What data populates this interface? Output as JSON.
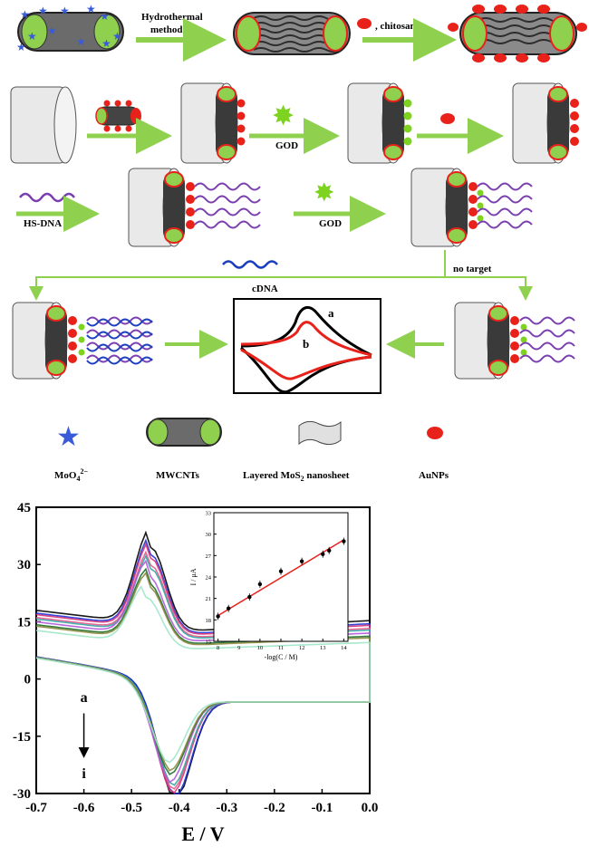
{
  "colors": {
    "mwcnt_body": "#6b6b6b",
    "mwcnt_end": "#8fd14f",
    "mos2_layer": "#2d2d2d",
    "aunp": "#e8221a",
    "god": "#7ed321",
    "dna": "#7a3fb0",
    "cdna": "#1c3fbf",
    "electrode": "#e9e9e9",
    "arrow": "#8fd14f",
    "molybdate": "#3a5bd9"
  },
  "scheme": {
    "steps": {
      "hydrothermal_line1": "Hydrothermal",
      "hydrothermal_line2": "method",
      "chitosan": ", chitosan",
      "god_1": "GOD",
      "hs_dna": "HS-DNA",
      "god_2": "GOD",
      "cdna": "cDNA",
      "no_target": "no target"
    },
    "cv_inset": {
      "label_a": "a",
      "label_b": "b"
    },
    "legend": {
      "molybdate": "MoO",
      "molybdate_sub": "4",
      "molybdate_sup": "2−",
      "mwcnts": "MWCNTs",
      "mos2_pre": "Layered MoS",
      "mos2_sub": "2",
      "mos2_post": " nanosheet",
      "aunps": "AuNPs"
    }
  },
  "chart_data": [
    {
      "type": "line",
      "xlabel": "E / V",
      "ylabel": "",
      "xlim": [
        -0.7,
        0.0
      ],
      "ylim": [
        -30,
        45
      ],
      "xticks": [
        "-0.7",
        "-0.6",
        "-0.5",
        "-0.4",
        "-0.3",
        "-0.2",
        "-0.1",
        "0.0"
      ],
      "yticks": [
        "45",
        "30",
        "15",
        "0",
        "-15",
        "-30"
      ],
      "annotation_top": "a",
      "annotation_bottom": "i",
      "series": [
        {
          "color": "#000000",
          "ox_peak": [
            -0.46,
            37
          ],
          "red_peak": [
            -0.41,
            -26
          ]
        },
        {
          "color": "#1f33d6",
          "ox_peak": [
            -0.46,
            35
          ],
          "red_peak": [
            -0.41,
            -25
          ]
        },
        {
          "color": "#d6337a",
          "ox_peak": [
            -0.46,
            34
          ],
          "red_peak": [
            -0.415,
            -24
          ]
        },
        {
          "color": "#e55a8a",
          "ox_peak": [
            -0.46,
            32
          ],
          "red_peak": [
            -0.415,
            -23
          ]
        },
        {
          "color": "#33a6a6",
          "ox_peak": [
            -0.46,
            31
          ],
          "red_peak": [
            -0.415,
            -22
          ]
        },
        {
          "color": "#b05ad9",
          "ox_peak": [
            -0.465,
            29
          ],
          "red_peak": [
            -0.42,
            -21
          ]
        },
        {
          "color": "#1e6e2e",
          "ox_peak": [
            -0.465,
            27
          ],
          "red_peak": [
            -0.42,
            -19
          ]
        },
        {
          "color": "#8a8a3a",
          "ox_peak": [
            -0.465,
            26
          ],
          "red_peak": [
            -0.42,
            -18
          ]
        },
        {
          "color": "#9fe6c8",
          "ox_peak": [
            -0.47,
            23
          ],
          "red_peak": [
            -0.425,
            -16
          ]
        }
      ]
    },
    {
      "type": "scatter",
      "xlabel": "-log(C / M)",
      "ylabel": "I / μA",
      "xlim": [
        7.8,
        14.2
      ],
      "ylim": [
        15,
        33
      ],
      "xticks": [
        "8",
        "9",
        "10",
        "11",
        "12",
        "13",
        "14"
      ],
      "yticks": [
        "15",
        "18",
        "21",
        "24",
        "27",
        "30",
        "33"
      ],
      "points": [
        {
          "x": 8,
          "y": 18.5
        },
        {
          "x": 8.5,
          "y": 19.6
        },
        {
          "x": 9.5,
          "y": 21.2
        },
        {
          "x": 10,
          "y": 23.0
        },
        {
          "x": 11,
          "y": 24.8
        },
        {
          "x": 12,
          "y": 26.2
        },
        {
          "x": 13,
          "y": 27.2
        },
        {
          "x": 13.3,
          "y": 27.7
        },
        {
          "x": 14,
          "y": 29.0
        }
      ],
      "fit": {
        "x": [
          8,
          14
        ],
        "y": [
          18.6,
          29.2
        ],
        "color": "#e8221a"
      }
    }
  ]
}
